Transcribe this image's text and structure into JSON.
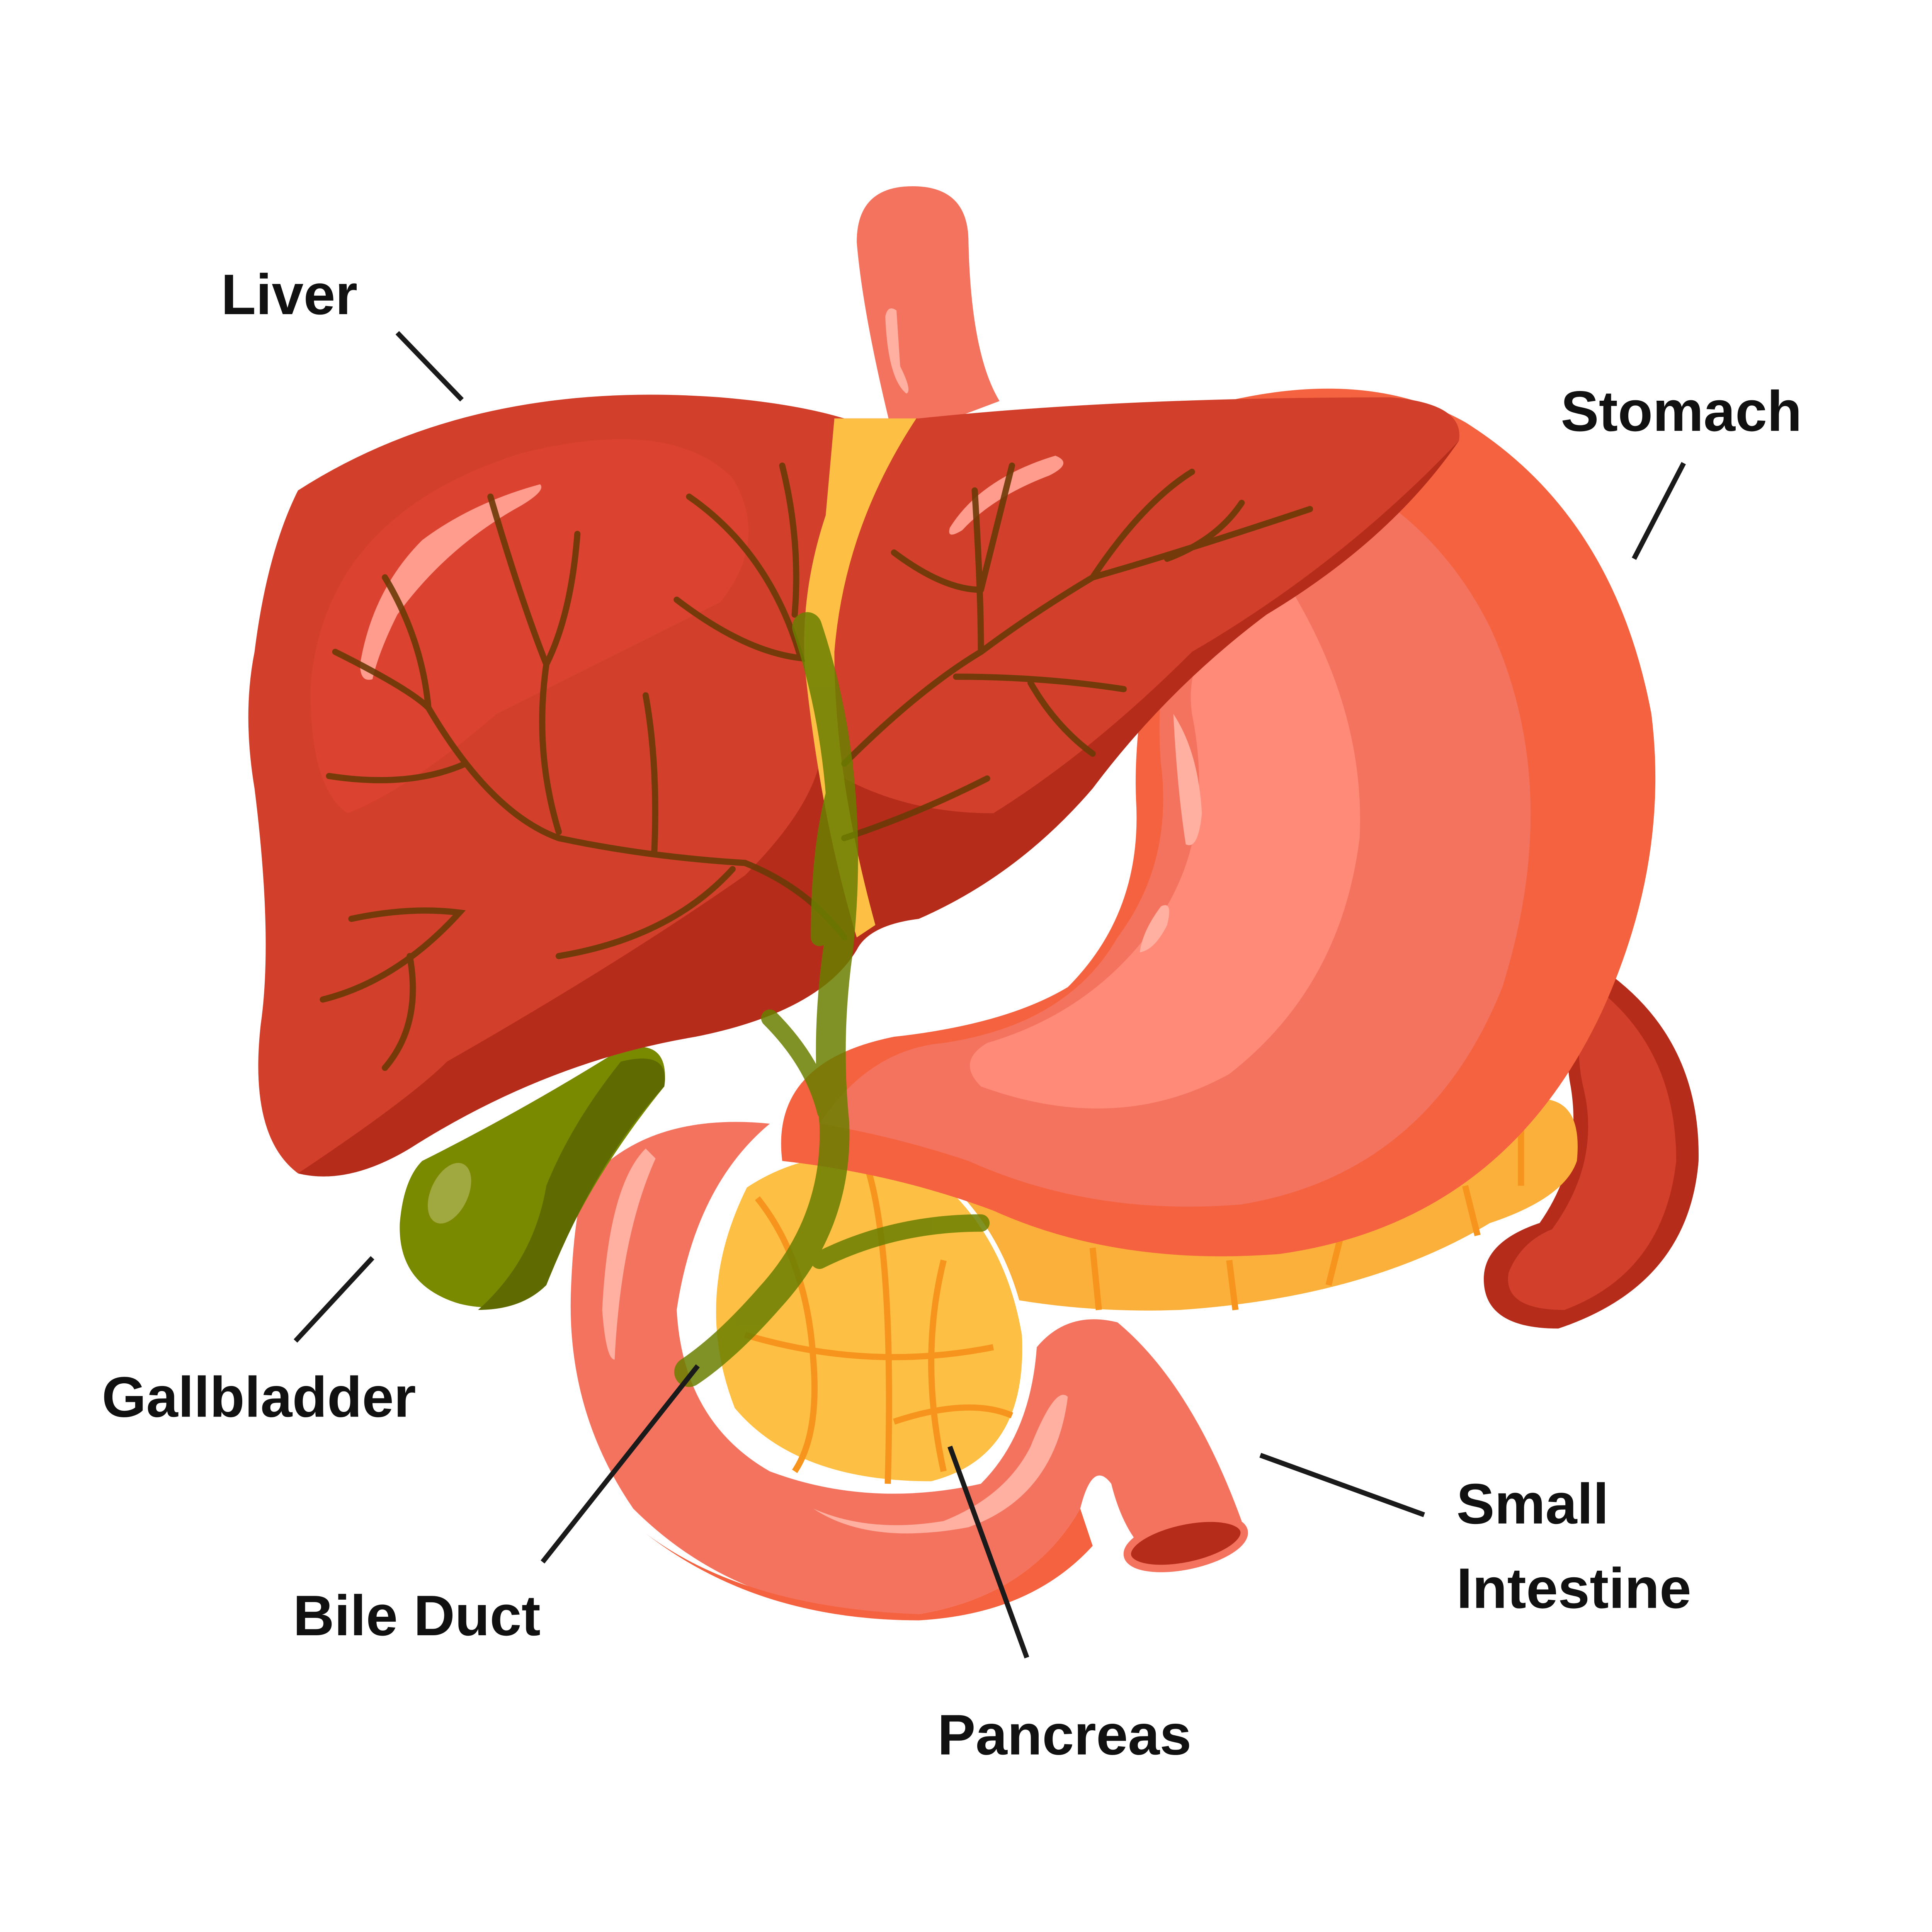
{
  "labels": {
    "liver": "Liver",
    "stomach": "Stomach",
    "gallbladder": "Gallbladder",
    "bile_duct": "Bile Duct",
    "pancreas": "Pancreas",
    "small_intestine_line1": "Small",
    "small_intestine_line2": "Intestine"
  },
  "colors": {
    "liver": "#d2402b",
    "liver_dark": "#b52c1b",
    "stomach": "#f5623f",
    "stomach_inner": "#f4735e",
    "stomach_light": "#ff8a78",
    "pancreas": "#fbb03b",
    "pancreas_light": "#fec044",
    "gallbladder": "#7a8a00",
    "gallbladder_dark": "#5f6b00",
    "veins": "#6b3a06",
    "spleen": "#d23f2b",
    "esophagus": "#f4735e"
  }
}
